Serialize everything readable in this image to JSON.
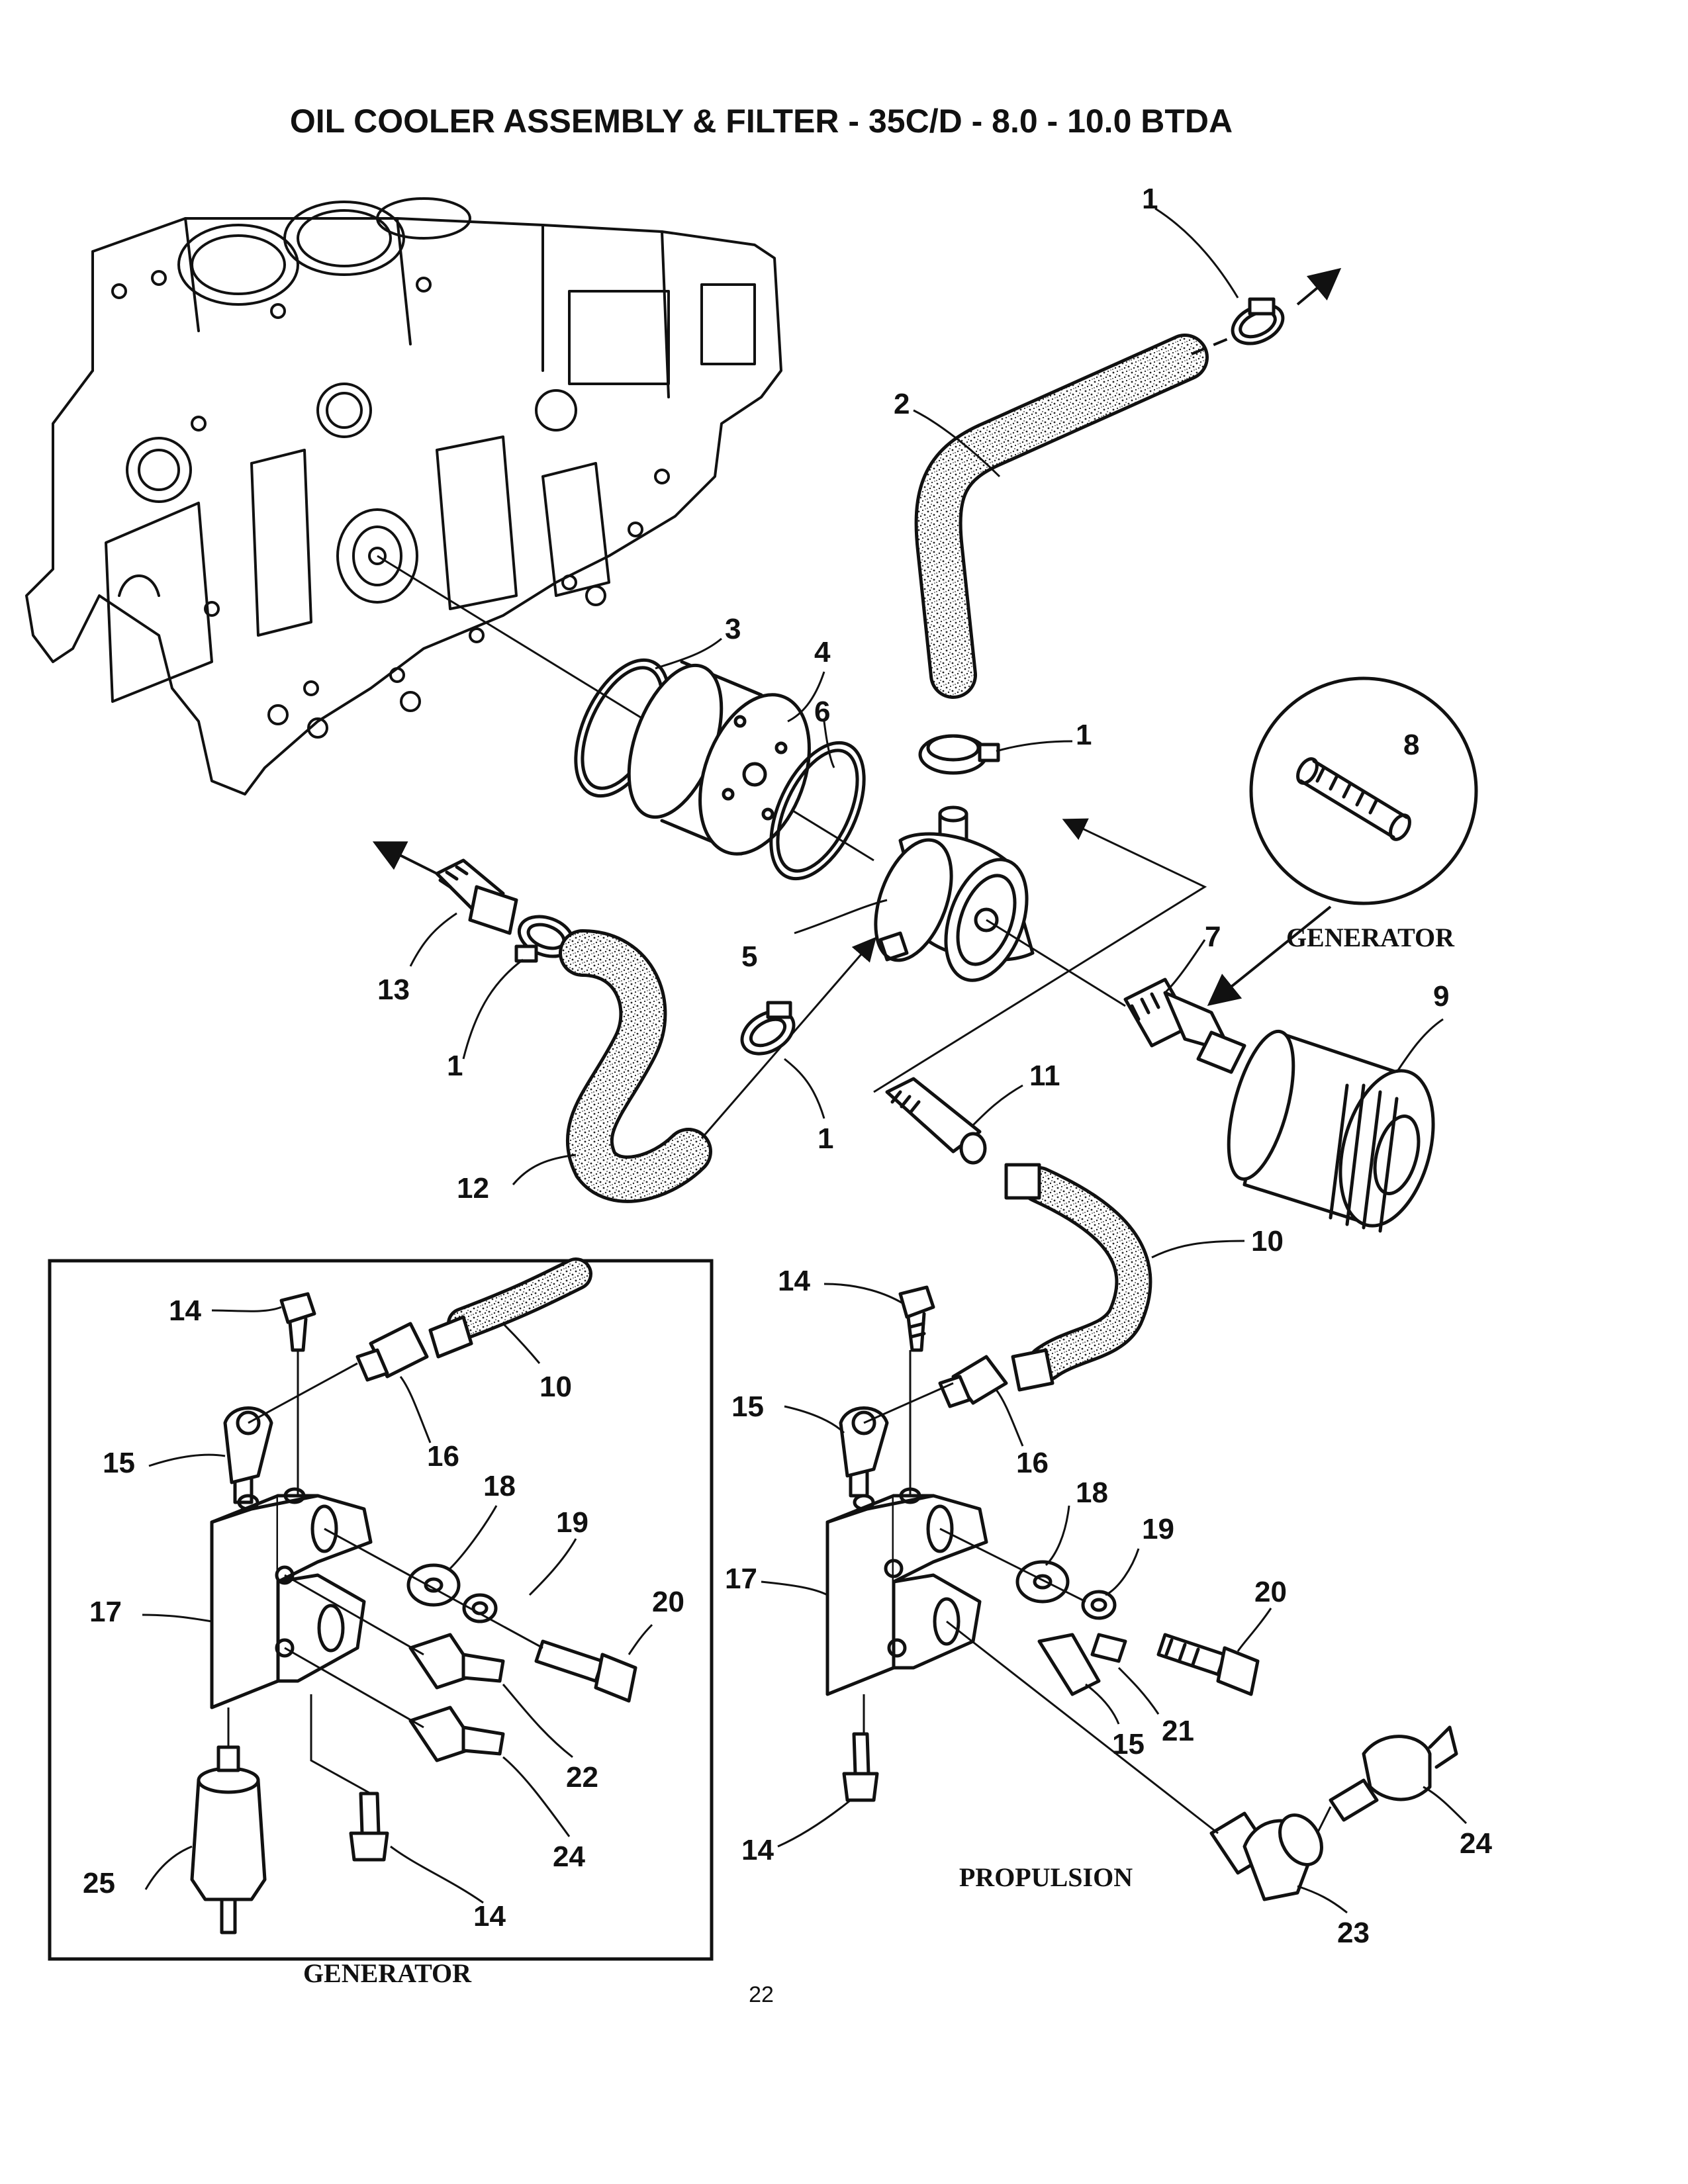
{
  "title": "OIL COOLER ASSEMBLY & FILTER - 35C/D - 8.0 - 10.0 BTDA",
  "page_number": "22",
  "captions": {
    "generator_inset": "GENERATOR",
    "generator_filter": "GENERATOR",
    "propulsion": "PROPULSION"
  },
  "callouts": {
    "c1a": "1",
    "c2": "2",
    "c3": "3",
    "c4": "4",
    "c1b": "1",
    "c6": "6",
    "c8": "8",
    "c5": "5",
    "c7": "7",
    "c9": "9",
    "c13": "13",
    "c1c": "1",
    "c1d": "1",
    "c12": "12",
    "c11": "11",
    "c10a": "10",
    "g14a": "14",
    "g10": "10",
    "g16": "16",
    "g15": "15",
    "g18": "18",
    "g19": "19",
    "g17": "17",
    "g20": "20",
    "g22": "22",
    "g24": "24",
    "g25": "25",
    "g14b": "14",
    "p14a": "14",
    "p15a": "15",
    "p16": "16",
    "p18": "18",
    "p19": "19",
    "p17": "17",
    "p20": "20",
    "p15b": "15",
    "p21": "21",
    "p14b": "14",
    "p24": "24",
    "p23": "23"
  }
}
